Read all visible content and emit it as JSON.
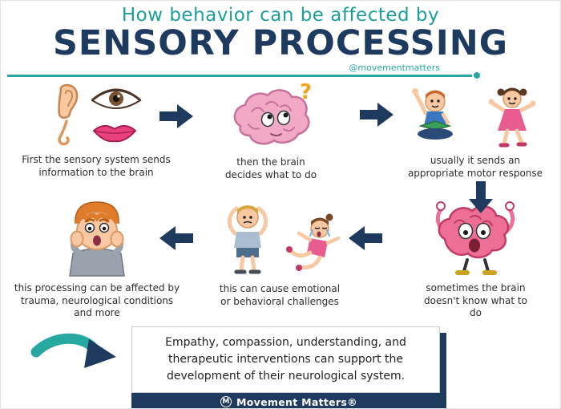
{
  "colors": {
    "accent_teal": "#27a9a2",
    "brand_navy": "#1e3a5f",
    "brain_pink": "#f2a9c6",
    "alarm_brain_pink": "#ee6f96"
  },
  "header": {
    "title_line1": "How behavior can be affected by",
    "title_line2": "SENSORY PROCESSING",
    "handle": "@movementmatters"
  },
  "steps": [
    {
      "order": 1,
      "icon": "sensory-organs-icon",
      "caption": "First the sensory system sends information to the brain"
    },
    {
      "order": 2,
      "icon": "thinking-brain-icon",
      "caption": "then the brain decides what to do"
    },
    {
      "order": 3,
      "icon": "active-kids-icon",
      "caption": "usually it sends an appropriate motor response"
    },
    {
      "order": 4,
      "icon": "overwhelmed-brain-icon",
      "caption": "sometimes the brain doesn't know what to do"
    },
    {
      "order": 5,
      "icon": "upset-kids-icon",
      "caption": "this can cause emotional or behavioral challenges"
    },
    {
      "order": 6,
      "icon": "worried-boy-icon",
      "caption": "this processing can be affected by trauma, neurological conditions and more"
    }
  ],
  "footer": {
    "message": "Empathy, compassion, understanding, and therapeutic interventions can support the development of their neurological system.",
    "brand": "Movement Matters®",
    "logo_glyph": "M"
  }
}
